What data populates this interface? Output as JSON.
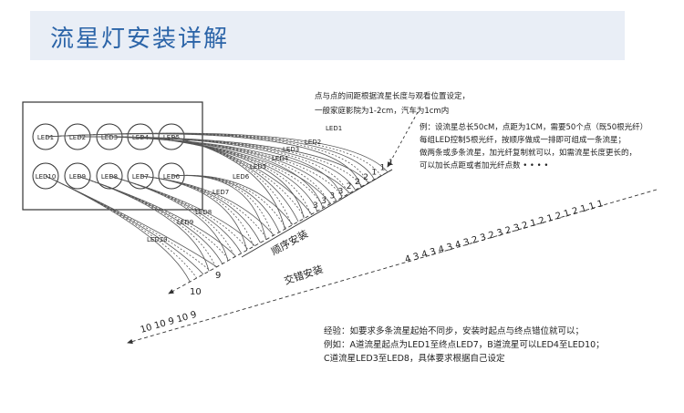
{
  "header": {
    "title": "流星灯安装详解",
    "band_color": "#e9eef6",
    "title_color": "#2b64a8"
  },
  "diagram": {
    "leds_top_row": [
      "LED1",
      "LED2",
      "LED3",
      "LED4",
      "LED5"
    ],
    "leds_bottom_row": [
      "LED10",
      "LED9",
      "LED8",
      "LED7",
      "LED6"
    ],
    "fiber_labels": [
      "LED1",
      "LED2",
      "LED3",
      "LED4",
      "LED5",
      "LED6",
      "LED7",
      "LED8",
      "LED9",
      "LED10"
    ],
    "sequential_label": "顺序安装",
    "sequential_numbers": [
      "3",
      "3",
      "3",
      "3",
      "2",
      "2",
      "2",
      "1",
      "1",
      "1"
    ],
    "sequential_end_10": "10",
    "sequential_end_9": "9",
    "staggered_label": "交错安装",
    "staggered_numbers": "4 3 4 3 4 3 4 3 2 3 2 3 2 3 2 1 2 1 2 1 2 1 1 1",
    "staggered_start": "10  10 9 10 9",
    "notes": [
      "点与点的间距根据流星长度与观看位置设定，",
      "一般家庭影院为1-2cm，汽车为1cm内",
      "例：设流星总长50cM，点距为1CM，需要50个点（既50根光纤）",
      "每组LED控制5根光纤，按顺序做成一排即可组成一条流星；",
      "做两条或多条流星，加光纤复制就可以，如需流星长度更长的，",
      "可以加长点距或者加光纤点数 • • • •"
    ],
    "experience": [
      "经验：如要求多条流星起始不同步，安装时起点与终点错位就可以；",
      "例如：A道流星起点为LED1至终点LED7，B道流星可以LED4至LED10；",
      "C道流星LED3至LED8，具体要求根据自己设定"
    ]
  }
}
